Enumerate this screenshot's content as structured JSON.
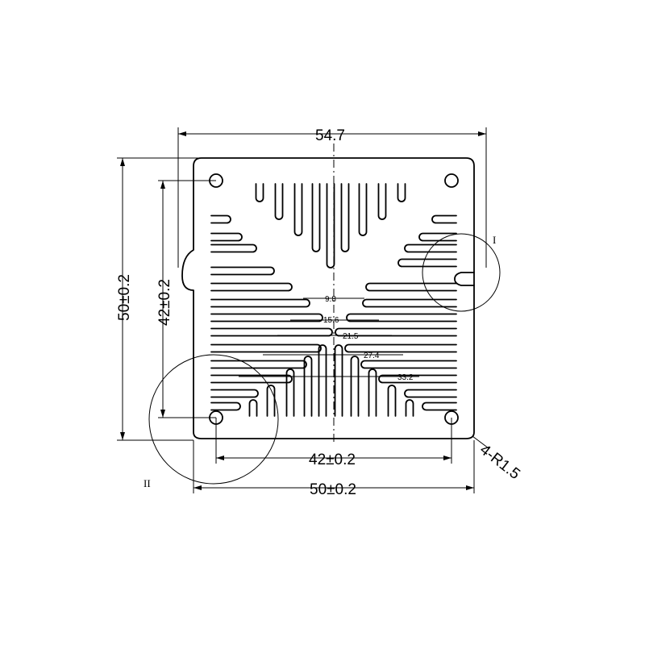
{
  "dimensions": {
    "overall_width": "54.7",
    "body_width": "50±0.2",
    "body_height": "50±0.2",
    "hole_spacing_x": "42±0.2",
    "hole_spacing_y": "42±0.2",
    "corner_radius": "4-R1.5"
  },
  "fin_offsets": [
    "9.8",
    "15.6",
    "21.5",
    "27.4",
    "33.2"
  ],
  "detail_labels": {
    "detail_1": "I",
    "detail_2": "II"
  }
}
